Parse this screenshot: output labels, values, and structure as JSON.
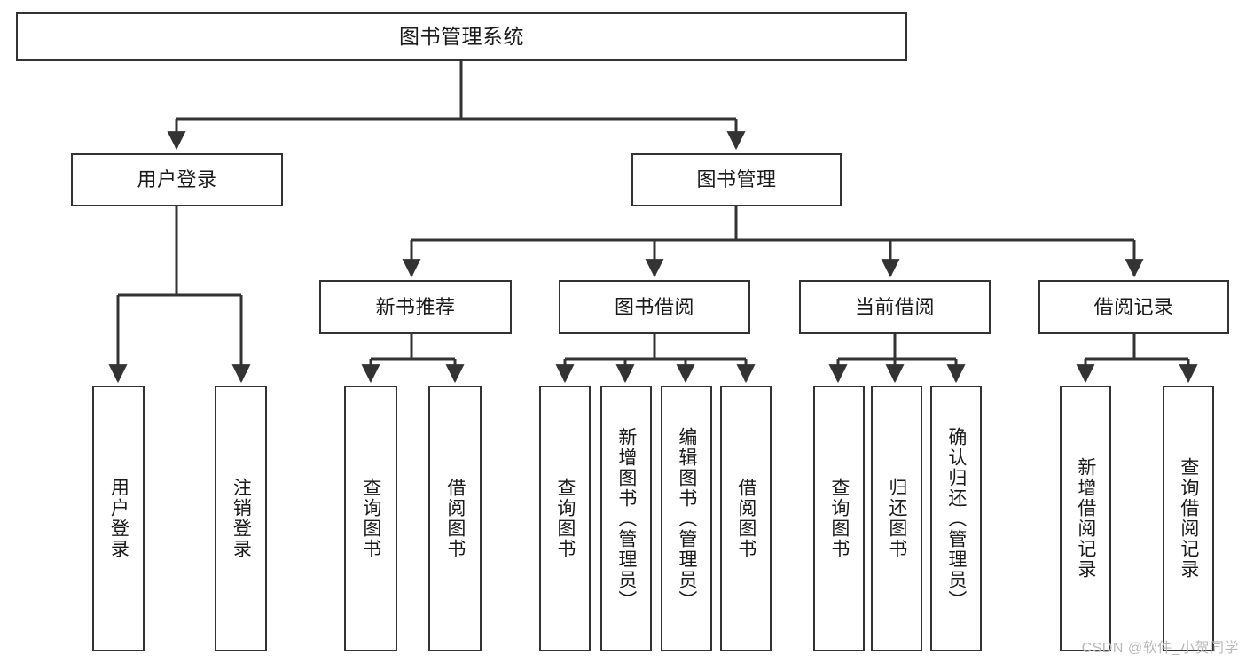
{
  "diagram": {
    "title": "图书管理系统",
    "type": "tree",
    "watermark": "CSDN @软件_小贺同学",
    "colors": {
      "stroke": "#333333",
      "box_fill": "#ffffff",
      "text": "#1a1a1a",
      "watermark": "#b9b9b9",
      "background": "#ffffff"
    },
    "nodes": {
      "root": {
        "label": "图书管理系统",
        "level": 0
      },
      "user_login": {
        "label": "用户登录",
        "level": 1
      },
      "book_manage": {
        "label": "图书管理",
        "level": 1
      },
      "new_book_rec": {
        "label": "新书推荐",
        "level": 2
      },
      "book_borrow": {
        "label": "图书借阅",
        "level": 2
      },
      "current_borrow": {
        "label": "当前借阅",
        "level": 2
      },
      "borrow_record": {
        "label": "借阅记录",
        "level": 2
      },
      "leaf_user_login": {
        "label": "用户登录",
        "level": 2
      },
      "leaf_logout_login": {
        "label": "注销登录",
        "level": 2
      },
      "leaf_query_book_1": {
        "label": "查询图书",
        "level": 3
      },
      "leaf_borrow_book_1": {
        "label": "借阅图书",
        "level": 3
      },
      "leaf_query_book_2": {
        "label": "查询图书",
        "level": 3
      },
      "leaf_add_book": {
        "label": "新增图书（管理员）",
        "level": 3
      },
      "leaf_edit_book": {
        "label": "编辑图书（管理员）",
        "level": 3
      },
      "leaf_borrow_book_2": {
        "label": "借阅图书",
        "level": 3
      },
      "leaf_query_book_3": {
        "label": "查询图书",
        "level": 3
      },
      "leaf_return_book": {
        "label": "归还图书",
        "level": 3
      },
      "leaf_confirm_return": {
        "label": "确认归还（管理员）",
        "level": 3
      },
      "leaf_add_record": {
        "label": "新增借阅记录",
        "level": 3
      },
      "leaf_query_record": {
        "label": "查询借阅记录",
        "level": 3
      }
    },
    "edges": [
      {
        "from": "root",
        "to": "user_login"
      },
      {
        "from": "root",
        "to": "book_manage"
      },
      {
        "from": "user_login",
        "to": "leaf_user_login"
      },
      {
        "from": "user_login",
        "to": "leaf_logout_login"
      },
      {
        "from": "book_manage",
        "to": "new_book_rec"
      },
      {
        "from": "book_manage",
        "to": "book_borrow"
      },
      {
        "from": "book_manage",
        "to": "current_borrow"
      },
      {
        "from": "book_manage",
        "to": "borrow_record"
      },
      {
        "from": "new_book_rec",
        "to": "leaf_query_book_1"
      },
      {
        "from": "new_book_rec",
        "to": "leaf_borrow_book_1"
      },
      {
        "from": "book_borrow",
        "to": "leaf_query_book_2"
      },
      {
        "from": "book_borrow",
        "to": "leaf_add_book"
      },
      {
        "from": "book_borrow",
        "to": "leaf_edit_book"
      },
      {
        "from": "book_borrow",
        "to": "leaf_borrow_book_2"
      },
      {
        "from": "current_borrow",
        "to": "leaf_query_book_3"
      },
      {
        "from": "current_borrow",
        "to": "leaf_return_book"
      },
      {
        "from": "current_borrow",
        "to": "leaf_confirm_return"
      },
      {
        "from": "borrow_record",
        "to": "leaf_add_record"
      },
      {
        "from": "borrow_record",
        "to": "leaf_query_record"
      }
    ]
  }
}
